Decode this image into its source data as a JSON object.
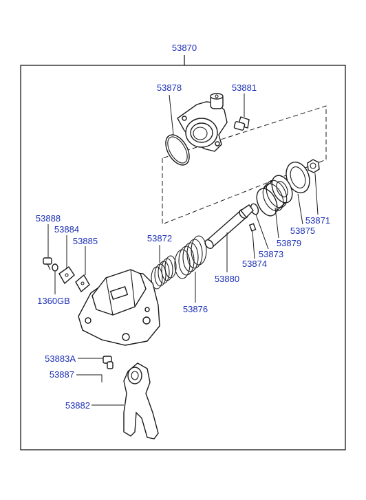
{
  "labels": {
    "assembly": "53870",
    "cover": "53878",
    "bolt_top": "53881",
    "nut": "53871",
    "seal_ring": "53875",
    "piston": "53879",
    "oring": "53873",
    "pin": "53874",
    "rod": "53880",
    "spring_inner": "53872",
    "spring_outer": "53876",
    "bolt_left": "53888",
    "plate_a": "53884",
    "plate_b": "53885",
    "washer": "1360GB",
    "fitting": "53883A",
    "fitting_b": "53887",
    "fork": "53882"
  }
}
